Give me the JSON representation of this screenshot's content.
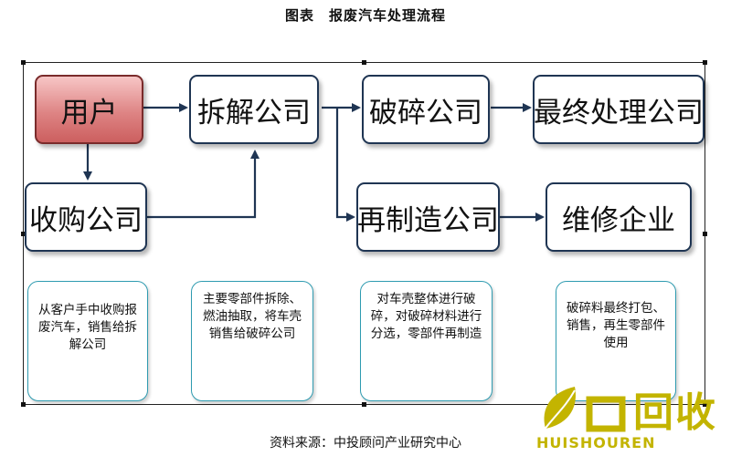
{
  "title": "图表　报废汽车处理流程",
  "nodes": {
    "user": "用户",
    "dismantle": "拆解公司",
    "crush": "破碎公司",
    "final": "最终处理公司",
    "purchase": "收购公司",
    "reman": "再制造公司",
    "repair": "维修企业"
  },
  "notes": {
    "purchase": "从客户手中收购报废汽车，销售给拆解公司",
    "dismantle": "主要零部件拆除、燃油抽取，将车壳销售给破碎公司",
    "crush": "对车壳整体进行破碎，对破碎材料进行分选，零部件再制造",
    "repair": "破碎料最终打包、销售，再生零部件使用"
  },
  "source": "资料来源：中投顾问产业研究中心",
  "watermark": {
    "text": "回收",
    "brand": "HUISHOUREN"
  },
  "colors": {
    "user_fill": "#de8484",
    "node_border": "#1f3553",
    "note_border": "#2e9bb0",
    "watermark": "#c3b400"
  }
}
